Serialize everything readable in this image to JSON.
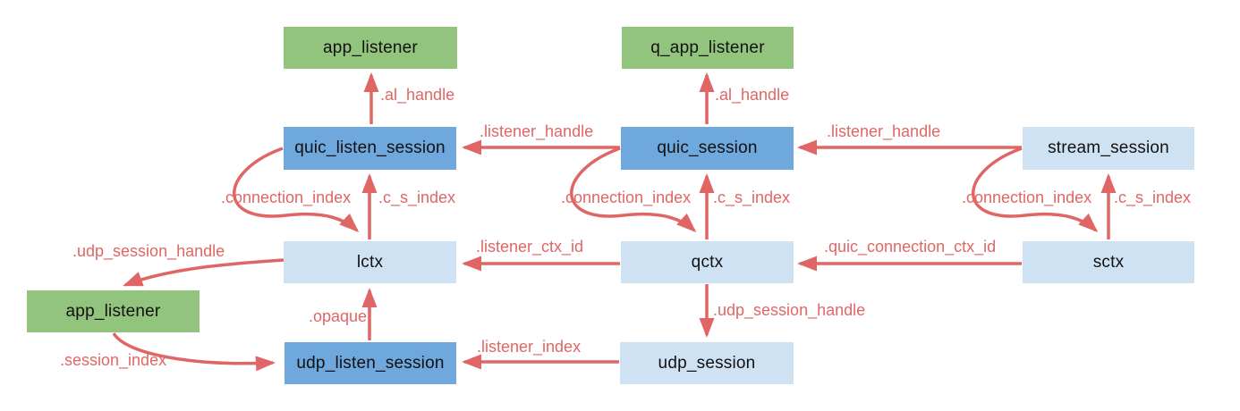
{
  "diagram": {
    "colors": {
      "node_green": "#93c47d",
      "node_blue": "#6fa8dc",
      "node_light_blue": "#cfe2f3",
      "arrow_red": "#e06666",
      "node_text": "#111111",
      "background": "#ffffff"
    },
    "nodes": {
      "app_listener_top": {
        "label": "app_listener"
      },
      "q_app_listener": {
        "label": "q_app_listener"
      },
      "quic_listen_session": {
        "label": "quic_listen_session"
      },
      "quic_session": {
        "label": "quic_session"
      },
      "stream_session": {
        "label": "stream_session"
      },
      "lctx": {
        "label": "lctx"
      },
      "qctx": {
        "label": "qctx"
      },
      "sctx": {
        "label": "sctx"
      },
      "app_listener_bottom": {
        "label": "app_listener"
      },
      "udp_listen_session": {
        "label": "udp_listen_session"
      },
      "udp_session": {
        "label": "udp_session"
      }
    },
    "edges": {
      "al_handle_left": {
        "label": ".al_handle",
        "from": "quic_listen_session",
        "to": "app_listener_top"
      },
      "al_handle_right": {
        "label": ".al_handle",
        "from": "quic_session",
        "to": "q_app_listener"
      },
      "listener_handle_left": {
        "label": ".listener_handle",
        "from": "quic_session",
        "to": "quic_listen_session"
      },
      "listener_handle_right": {
        "label": ".listener_handle",
        "from": "stream_session",
        "to": "quic_session"
      },
      "connection_index_left": {
        "label": ".connection_index",
        "from": "quic_listen_session",
        "to": "lctx"
      },
      "c_s_index_left": {
        "label": ".c_s_index",
        "from": "lctx",
        "to": "quic_listen_session"
      },
      "connection_index_mid": {
        "label": ".connection_index",
        "from": "quic_session",
        "to": "qctx"
      },
      "c_s_index_mid": {
        "label": ".c_s_index",
        "from": "qctx",
        "to": "quic_session"
      },
      "connection_index_right": {
        "label": ".connection_index",
        "from": "stream_session",
        "to": "sctx"
      },
      "c_s_index_right": {
        "label": ".c_s_index",
        "from": "sctx",
        "to": "stream_session"
      },
      "listener_ctx_id": {
        "label": ".listener_ctx_id",
        "from": "qctx",
        "to": "lctx"
      },
      "quic_connection_ctx_id": {
        "label": ".quic_connection_ctx_id",
        "from": "sctx",
        "to": "qctx"
      },
      "udp_session_handle_left": {
        "label": ".udp_session_handle",
        "from": "lctx",
        "to": "app_listener_bottom"
      },
      "udp_session_handle_mid": {
        "label": ".udp_session_handle",
        "from": "qctx",
        "to": "udp_session"
      },
      "opaque": {
        "label": ".opaque",
        "from": "udp_listen_session",
        "to": "lctx"
      },
      "listener_index": {
        "label": ".listener_index",
        "from": "udp_session",
        "to": "udp_listen_session"
      },
      "session_index": {
        "label": ".session_index",
        "from": "app_listener_bottom",
        "to": "udp_listen_session"
      }
    }
  }
}
